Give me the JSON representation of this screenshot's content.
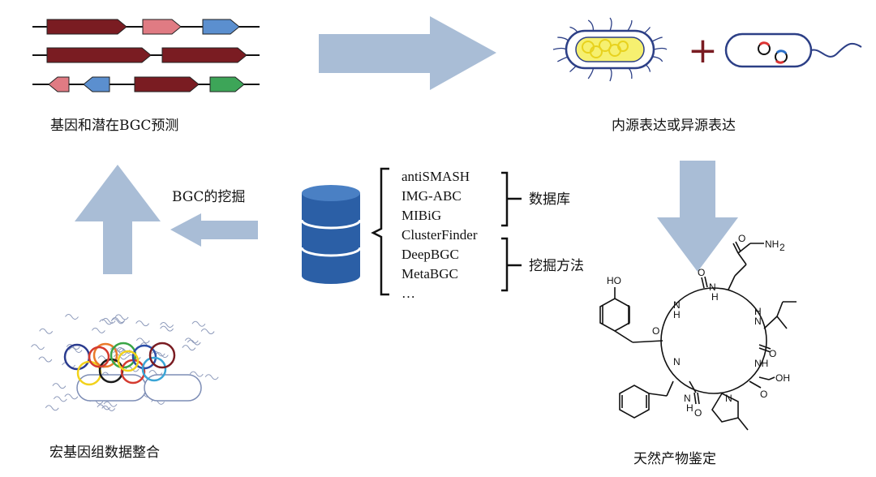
{
  "labels": {
    "gene_prediction": "基因和潜在BGC预测",
    "expression": "内源表达或异源表达",
    "bgc_mining": "BGC的挖掘",
    "metagenome": "宏基因组数据整合",
    "natural_product": "天然产物鉴定"
  },
  "tools": [
    "antiSMASH",
    "IMG-ABC",
    "MIBiG",
    "ClusterFinder",
    "DeepBGC",
    "MetaBGC",
    "…"
  ],
  "groups": {
    "database": "数据库",
    "mining_methods": "挖掘方法"
  },
  "plus": "+",
  "chem": {
    "HO": "HO",
    "O": "O",
    "NH2": "NH",
    "NH2_sub": "2",
    "N": "N",
    "H": "H",
    "OH": "OH",
    "NH": "NH"
  },
  "colors": {
    "arrow": "#a9bdd6",
    "gene_dark": "#7a1c22",
    "gene_pink": "#e07b83",
    "gene_blue": "#5b8fcf",
    "gene_green": "#3da558",
    "database": "#2b5fa6",
    "bacteria_inner": "#f6f070",
    "bacteria_outline": "#2c3f86"
  }
}
